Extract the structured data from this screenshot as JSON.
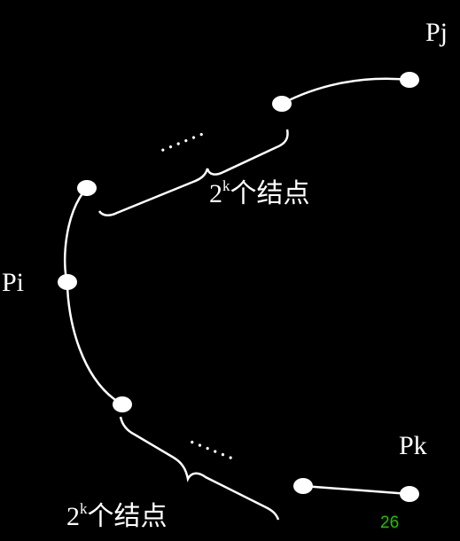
{
  "colors": {
    "background": "#000000",
    "foreground": "#ffffff",
    "page_number": "#22c000"
  },
  "labels": {
    "pj": "Pj",
    "pi": "Pi",
    "pk": "Pk"
  },
  "brace_upper": {
    "base": "2",
    "exponent": "k",
    "suffix": "个结点"
  },
  "brace_lower": {
    "base": "2",
    "exponent": "k",
    "suffix": "个结点"
  },
  "ellipsis": {
    "upper": "……",
    "lower": "……"
  },
  "page_number": "26"
}
